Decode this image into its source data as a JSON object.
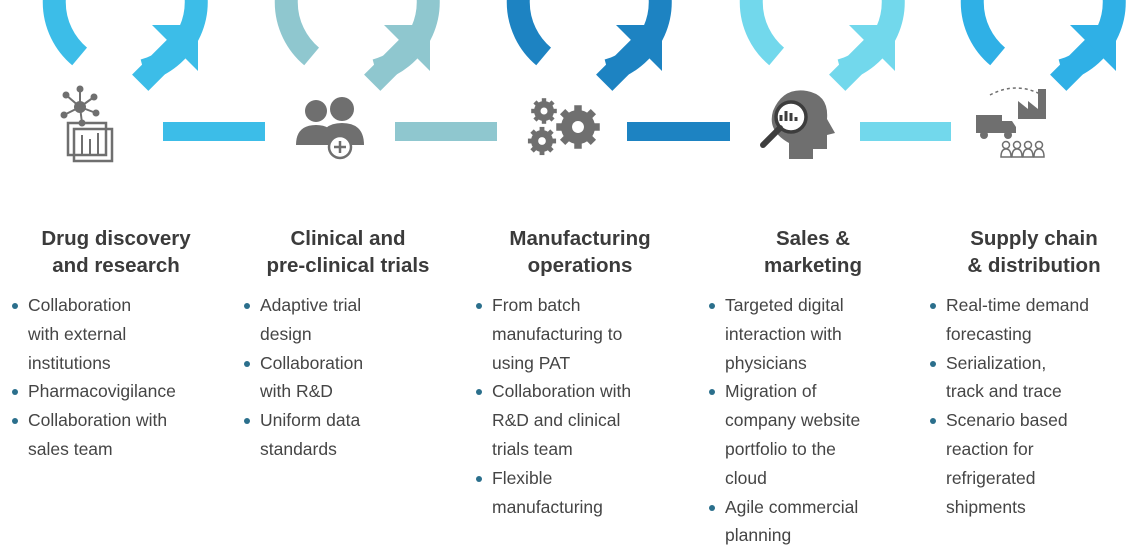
{
  "stages": [
    {
      "id": "drug-discovery",
      "color": "#3cbde8",
      "icon": "molecule-network-icon",
      "heading": [
        "Drug discovery",
        "and research"
      ],
      "bullets": [
        [
          "Collaboration",
          "with external",
          "institutions"
        ],
        [
          "Pharmacovigilance"
        ],
        [
          "Collaboration with",
          "sales team"
        ]
      ]
    },
    {
      "id": "clinical-trials",
      "color": "#8fc7cf",
      "icon": "people-plus-icon",
      "heading": [
        "Clinical and",
        "pre-clinical trials"
      ],
      "bullets": [
        [
          "Adaptive trial",
          "design"
        ],
        [
          "Collaboration",
          "with R&D"
        ],
        [
          "Uniform data",
          "standards"
        ]
      ]
    },
    {
      "id": "manufacturing",
      "color": "#1d83c2",
      "icon": "gears-icon",
      "heading": [
        "Manufacturing",
        "operations"
      ],
      "bullets": [
        [
          "From batch",
          "manufacturing to",
          "using PAT"
        ],
        [
          "Collaboration with",
          "R&D and clinical",
          "trials team"
        ],
        [
          "Flexible",
          "manufacturing"
        ]
      ]
    },
    {
      "id": "sales-marketing",
      "color": "#72d8ec",
      "icon": "head-magnifier-icon",
      "heading": [
        "Sales &",
        "marketing"
      ],
      "bullets": [
        [
          "Targeted digital",
          "interaction with",
          "physicians"
        ],
        [
          "Migration of",
          "company website",
          "portfolio to the",
          "cloud"
        ],
        [
          "Agile commercial",
          "planning"
        ]
      ]
    },
    {
      "id": "supply-chain",
      "color": "#2fb0e6",
      "icon": "truck-factory-people-icon",
      "heading": [
        "Supply chain",
        "& distribution"
      ],
      "bullets": [
        [
          "Real-time demand",
          "forecasting"
        ],
        [
          "Serialization,",
          "track and trace"
        ],
        [
          "Scenario based",
          "reaction for",
          "refrigerated",
          "shipments"
        ]
      ]
    }
  ],
  "colors": {
    "text_dark": "#3b3b3b",
    "icon_gray": "#6f6f6f",
    "bullet_dot": "#2b6f8c"
  }
}
